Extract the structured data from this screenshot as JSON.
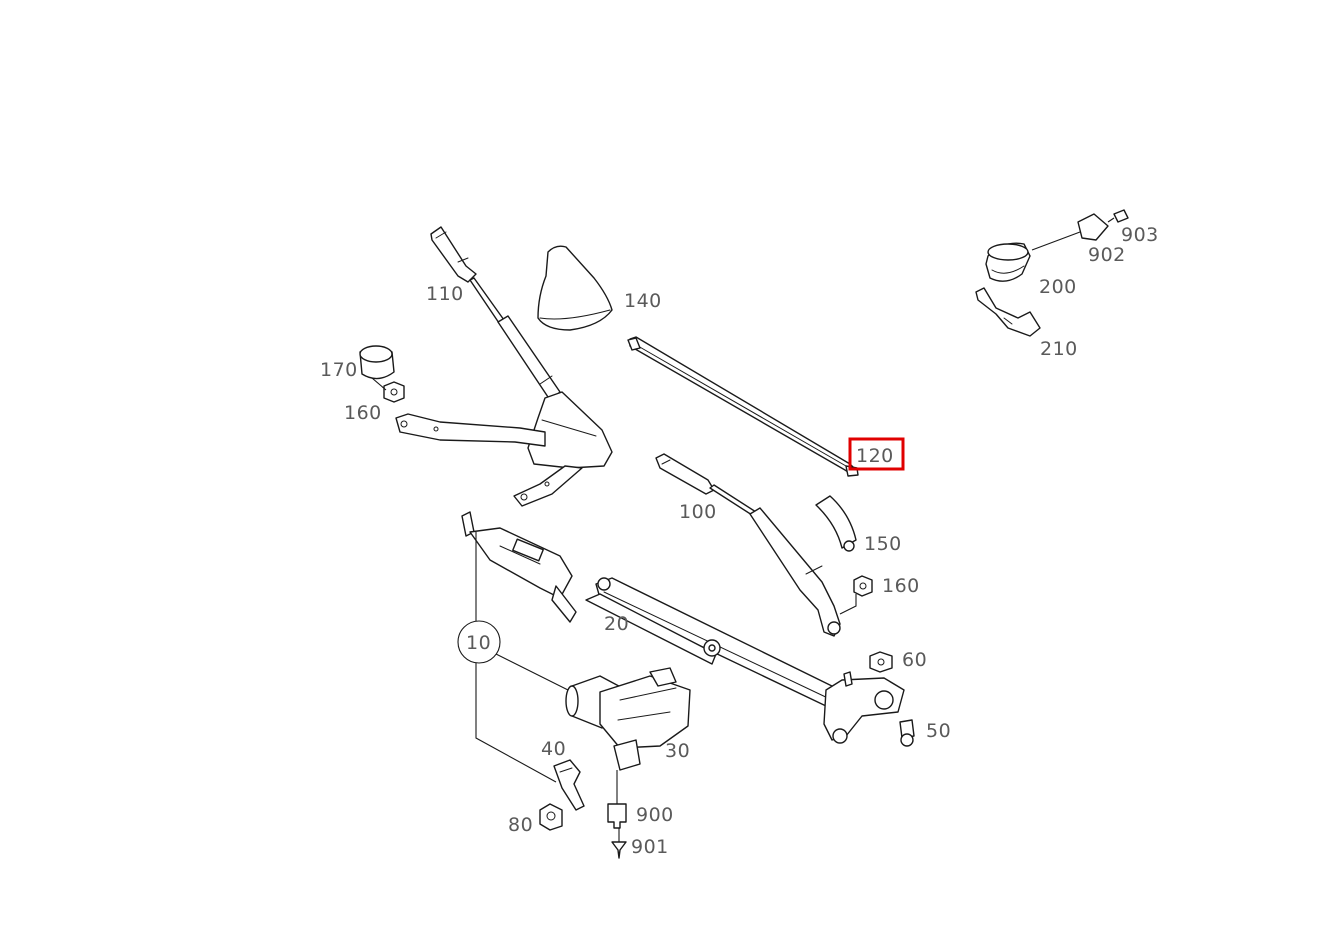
{
  "diagram": {
    "labels": {
      "p10": "10",
      "p20": "20",
      "p30": "30",
      "p40": "40",
      "p50": "50",
      "p60": "60",
      "p80": "80",
      "p100": "100",
      "p110": "110",
      "p120": "120",
      "p140": "140",
      "p150": "150",
      "p160a": "160",
      "p160b": "160",
      "p170": "170",
      "p200": "200",
      "p210": "210",
      "p900": "900",
      "p901": "901",
      "p902": "902",
      "p903": "903"
    },
    "selected_part": "120",
    "highlight_color": "#e00000"
  }
}
